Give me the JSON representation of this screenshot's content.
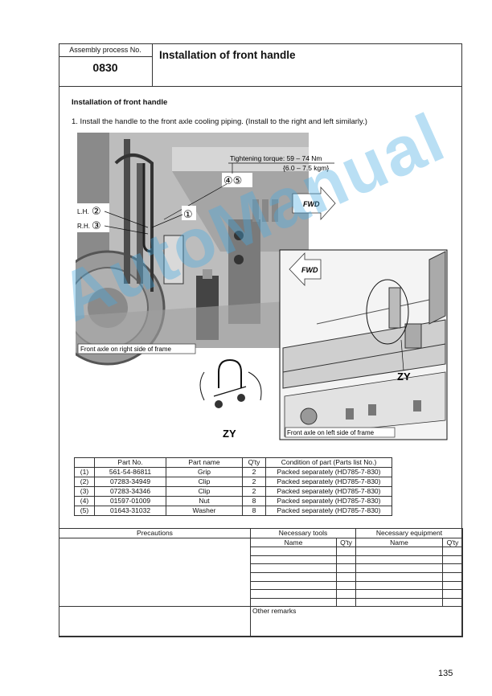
{
  "header": {
    "process_label": "Assembly process No.",
    "process_number": "0830",
    "title": "Installation of front handle"
  },
  "section_title": "Installation of front handle",
  "step": "1.   Install the handle to the front axle cooling piping.  (Install to the right and left similarly.)",
  "figure": {
    "torque_line1": "Tightening torque: 59 – 74 Nm",
    "torque_line2": "{6.0 – 7.5 kgm}",
    "fwd_label": "FWD",
    "lh_label": "L.H.",
    "rh_label": "R.H.",
    "callout_1": "①",
    "callout_2": "②",
    "callout_3": "③",
    "callout_45": "④⑤",
    "right_caption": "Front axle on right side of frame",
    "left_caption": "Front axle on left side of frame",
    "zy_label": "ZY"
  },
  "parts_table": {
    "headers": [
      "",
      "Part No.",
      "Part name",
      "Q'ty",
      "Condition of part (Parts list No.)"
    ],
    "rows": [
      [
        "(1)",
        "561-54-86811",
        "Grip",
        "2",
        "Packed separately (HD785-7-830)"
      ],
      [
        "(2)",
        "07283-34949",
        "Clip",
        "2",
        "Packed separately (HD785-7-830)"
      ],
      [
        "(3)",
        "07283-34346",
        "Clip",
        "2",
        "Packed separately (HD785-7-830)"
      ],
      [
        "(4)",
        "01597-01009",
        "Nut",
        "8",
        "Packed separately (HD785-7-830)"
      ],
      [
        "(5)",
        "01643-31032",
        "Washer",
        "8",
        "Packed separately (HD785-7-830)"
      ]
    ]
  },
  "precautions": {
    "precautions_label": "Precautions",
    "tools_label": "Necessary tools",
    "equipment_label": "Necessary equipment",
    "name_label": "Name",
    "qty_label": "Q'ty",
    "remarks_label": "Other remarks"
  },
  "page_number": "135",
  "watermark": "AutoManual"
}
